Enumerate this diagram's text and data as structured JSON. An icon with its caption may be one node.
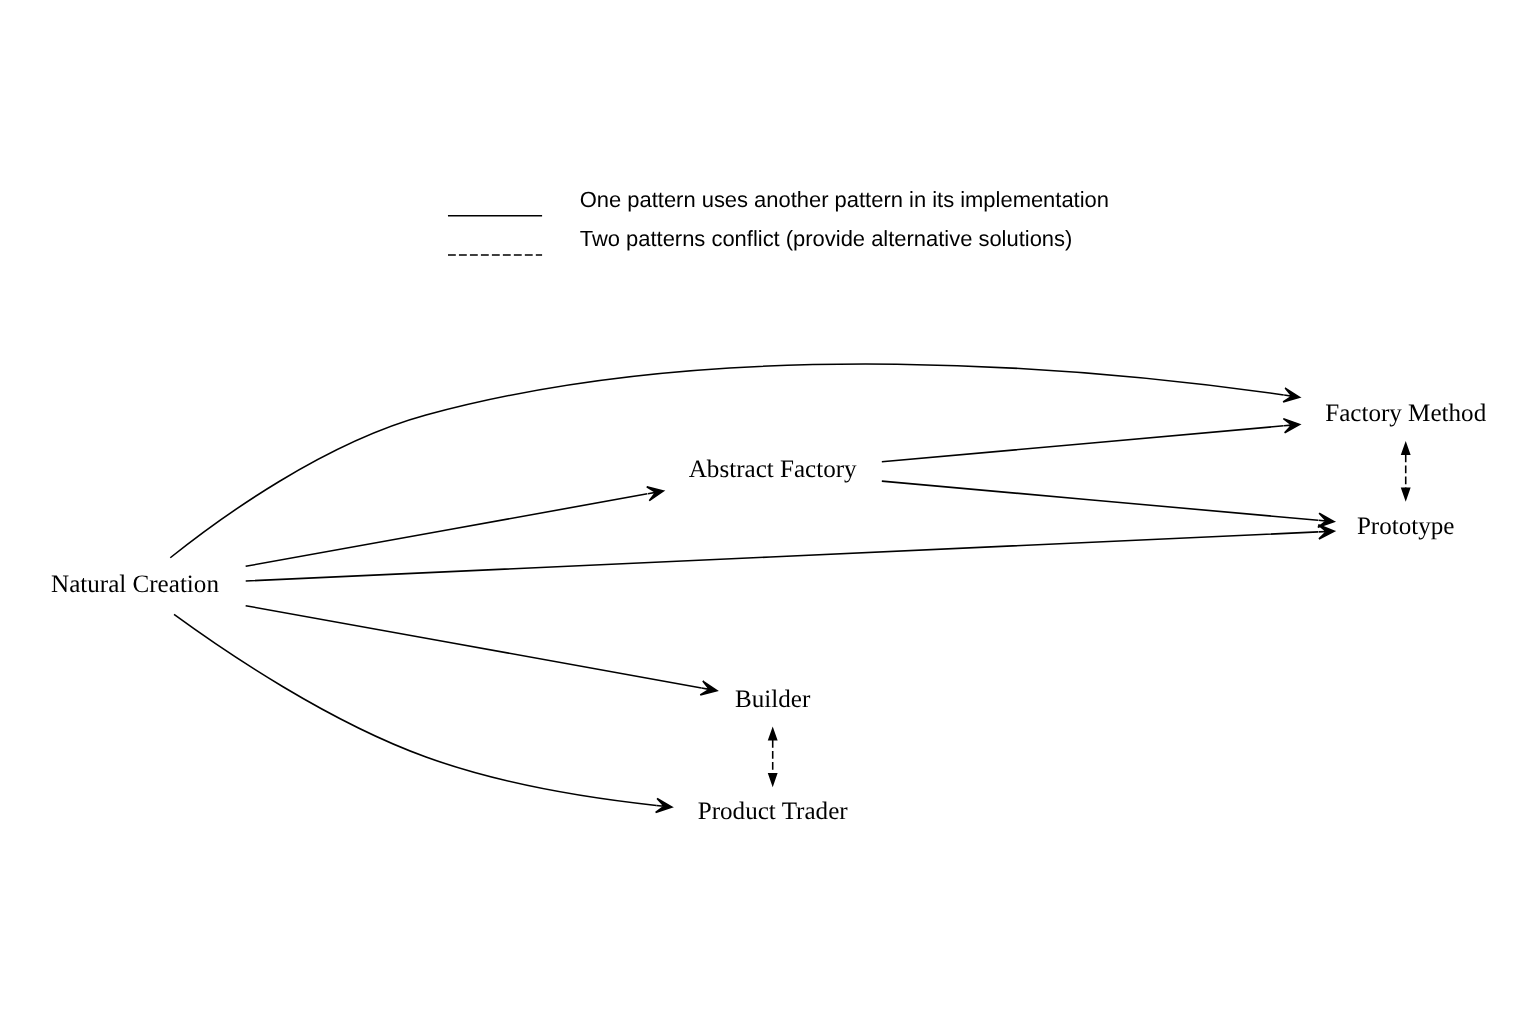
{
  "diagram": {
    "nodes": [
      {
        "text": [
          "Natural Creation"
        ]
      },
      {
        "text": [
          "Abstract Factory"
        ]
      },
      {
        "text": [
          "Factory Method"
        ]
      },
      {
        "text": [
          "Prototype"
        ]
      },
      {
        "text": [
          "Builder"
        ]
      },
      {
        "text": [
          "Product Trader"
        ]
      }
    ],
    "edges": [
      {
        "from": 0,
        "to": 1,
        "arrow": "to"
      },
      {
        "from": 0,
        "to": 2,
        "arrow": "to"
      },
      {
        "from": 0,
        "to": 3,
        "arrow": "to"
      },
      {
        "from": 0,
        "to": 4,
        "arrow": "to"
      },
      {
        "from": 0,
        "to": 5,
        "arrow": "to"
      },
      {
        "from": 1,
        "to": 2,
        "arrow": "to"
      },
      {
        "from": 1,
        "to": 3,
        "arrow": "to"
      },
      {
        "from": 2,
        "to": 3,
        "arrow": "both",
        "style": "dashed"
      },
      {
        "from": 4,
        "to": 5,
        "arrow": "both",
        "style": "dashed"
      }
    ],
    "legend": [
      {
        "text": "One pattern uses another pattern in its implementation"
      },
      {
        "text": "Two patterns conflict (provide alternative solutions)"
      }
    ]
  }
}
